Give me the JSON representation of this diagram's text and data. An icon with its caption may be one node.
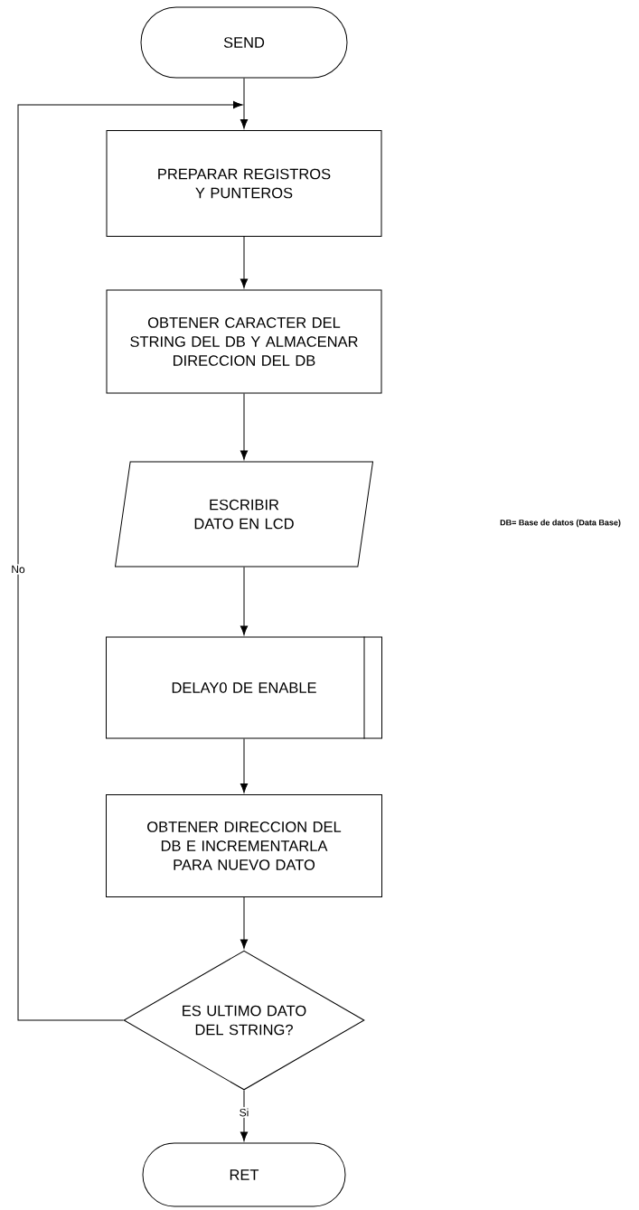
{
  "diagram": {
    "nodes": [
      {
        "text": [
          "SEND"
        ]
      },
      {
        "text": [
          "PREPARAR REGISTROS Y PUNTEROS"
        ]
      },
      {
        "text": [
          "OBTENER CARACTER DEL STRING DEL DB Y ALMACENAR DIRECCION DEL DB"
        ]
      },
      {
        "text": [
          "ESCRIBIR DATO EN LCD"
        ]
      },
      {
        "text": [
          "DELAY0 DE ENABLE"
        ]
      },
      {
        "text": [
          "OBTENER DIRECCION DEL DB E INCREMENTARLA PARA NUEVO DATO"
        ]
      },
      {
        "text": [
          "ES ULTIMO DATO DEL STRING?"
        ]
      },
      {
        "text": [
          "RET"
        ]
      }
    ],
    "edges": [
      {
        "from": 0,
        "to": 1,
        "arrow": "to"
      },
      {
        "from": 1,
        "to": 2,
        "arrow": "to"
      },
      {
        "from": 2,
        "to": 3,
        "arrow": "to"
      },
      {
        "from": 3,
        "to": 4,
        "arrow": "to"
      },
      {
        "from": 4,
        "to": 5,
        "arrow": "to"
      },
      {
        "from": 5,
        "to": 6,
        "arrow": "to"
      },
      {
        "from": 6,
        "to": 1,
        "arrow": "to",
        "label": "No"
      },
      {
        "from": 6,
        "to": 7,
        "arrow": "to",
        "label": "Si"
      }
    ],
    "labels": [
      "DB= Base de datos (Data Base)"
    ]
  }
}
